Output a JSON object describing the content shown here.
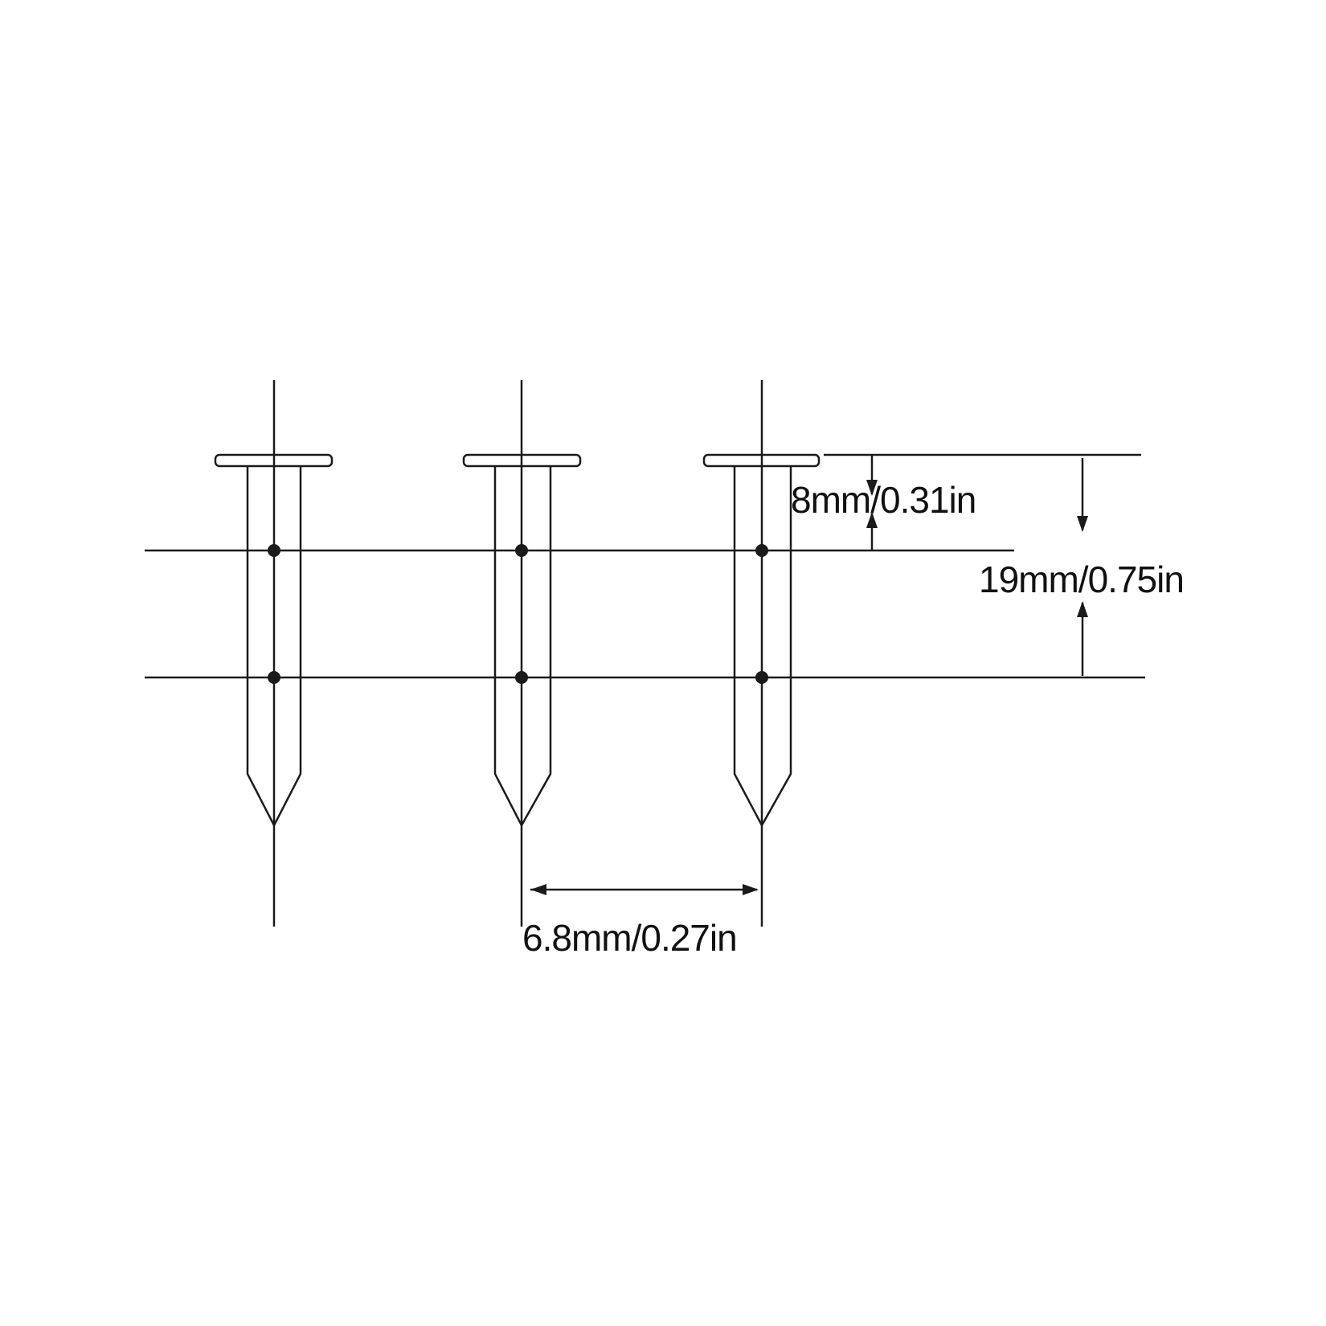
{
  "diagram": {
    "subject": "collated nails dimension diagram",
    "nail_count": 3,
    "line_color": "#1a1a1a",
    "background": "#ffffff",
    "dimensions": {
      "head_to_wire": "8mm/0.31in",
      "nail_length": "19mm/0.75in",
      "nail_spacing": "6.8mm/0.27in"
    }
  }
}
